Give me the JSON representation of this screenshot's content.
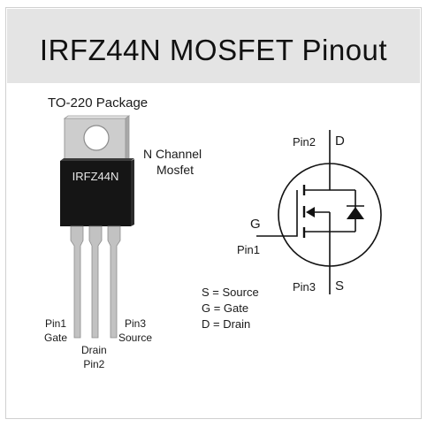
{
  "title": "IRFZ44N MOSFET Pinout",
  "package_label": "TO-220 Package",
  "chip_marking": "IRFZ44N",
  "channel_label_line1": "N Channel",
  "channel_label_line2": "Mosfet",
  "pins": [
    {
      "number": "Pin1",
      "name": "Gate"
    },
    {
      "name": "Drain",
      "number": "Pin2"
    },
    {
      "number": "Pin3",
      "name": "Source"
    }
  ],
  "symbol": {
    "drain_pin": "Pin2",
    "drain_letter": "D",
    "gate_letter": "G",
    "gate_pin": "Pin1",
    "source_pin": "Pin3",
    "source_letter": "S"
  },
  "legend": [
    "S = Source",
    "G = Gate",
    "D = Drain"
  ],
  "colors": {
    "title_bar": "#e4e4e4",
    "package_body": "#151515",
    "tab": "#c9c9c9",
    "leads": "#bdbdbd"
  }
}
